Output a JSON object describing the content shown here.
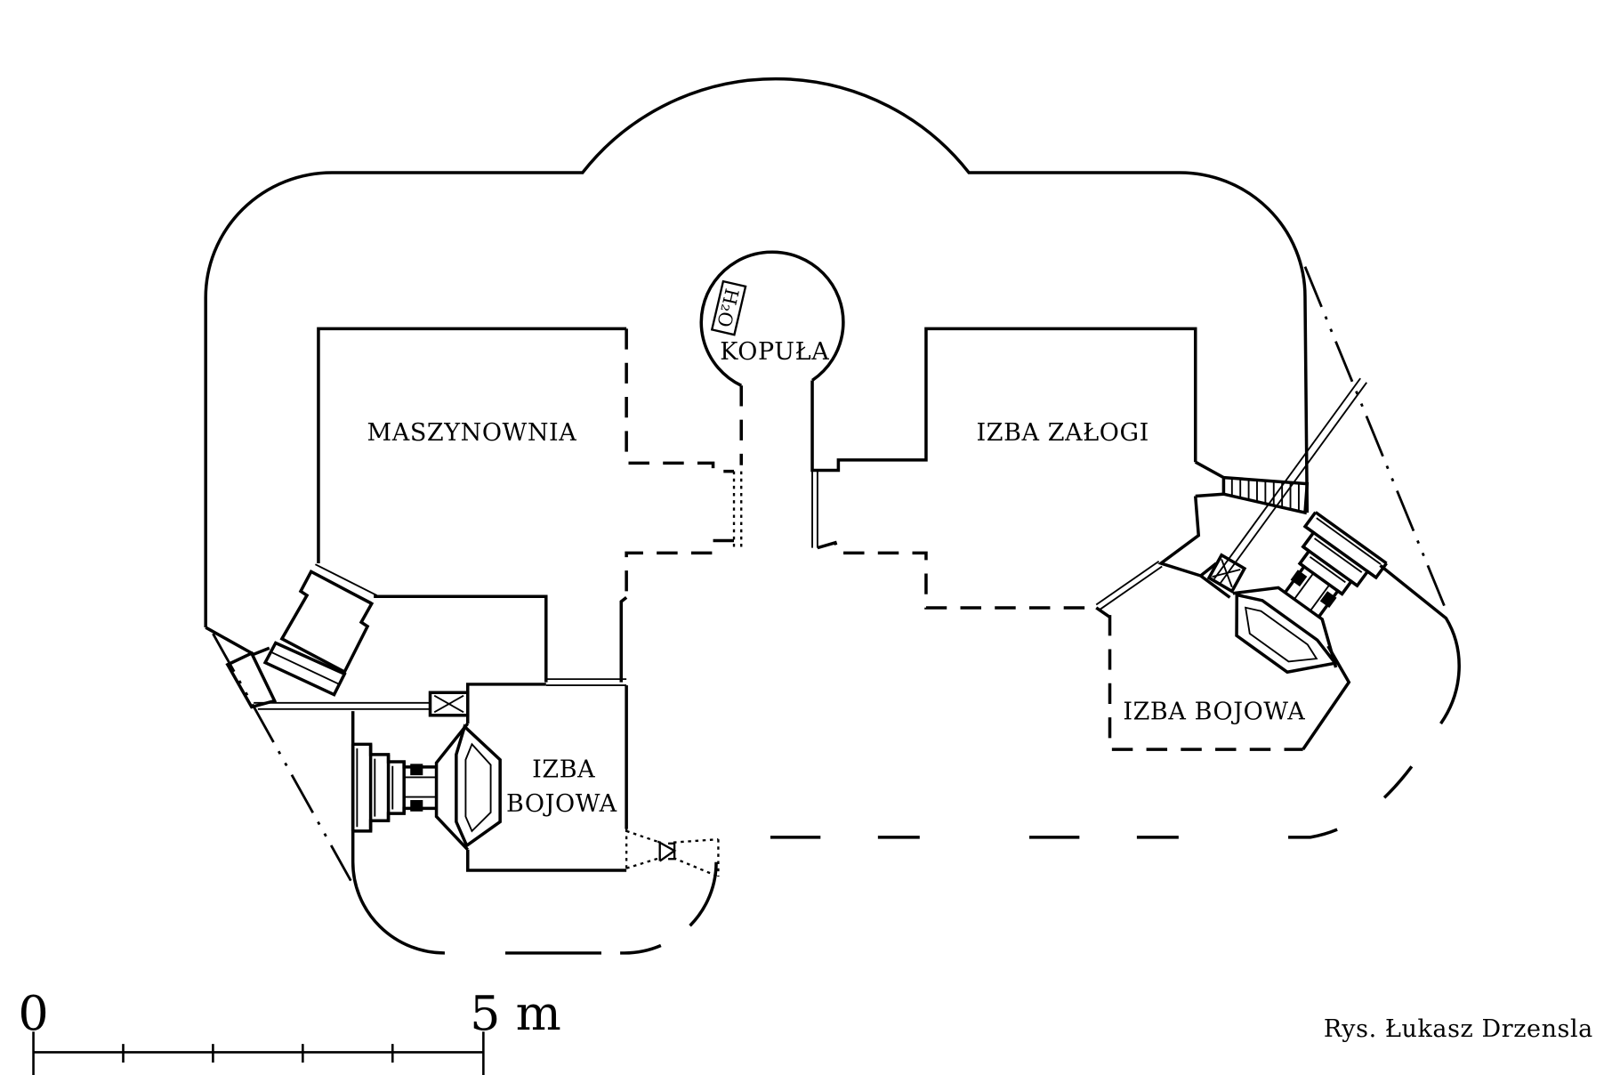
{
  "rooms": {
    "maszynownia": "MASZYNOWNIA",
    "kopula": "KOPUŁA",
    "izba_zalogi": "IZBA ZAŁOGI",
    "izba_bojowa_right": "IZBA BOJOWA",
    "izba_bojowa_left": [
      "IZBA",
      "BOJOWA"
    ]
  },
  "water_tank_label": "H₂O",
  "scale_bar": {
    "start_label": "0",
    "end_label": "5 m"
  },
  "credit": "Rys. Łukasz Drzensla",
  "colors": {
    "line": "#000000",
    "background": "#ffffff"
  }
}
